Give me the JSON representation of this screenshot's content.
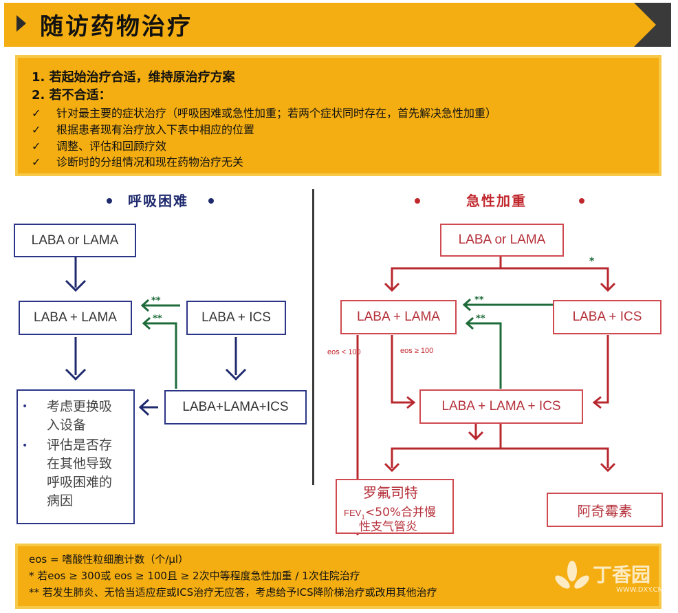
{
  "title": "随访药物治疗",
  "intro": {
    "heading1": "1. 若起始治疗合适，维持原治疗方案",
    "heading2": "2. 若不合适：",
    "check_mark": "✓",
    "items": [
      "针对最主要的症状治疗（呼吸困难或急性加重；若两个症状同时存在，首先解决急性加重）",
      "根据患者现有治疗放入下表中相应的位置",
      "调整、评估和回顾疗效",
      "诊断时的分组情况和现在药物治疗无关"
    ]
  },
  "dyspnea": {
    "title": "呼吸困难",
    "box_laba_or_lama": "LABA or LAMA",
    "box_laba_lama": "LABA + LAMA",
    "box_laba_ics": "LABA + ICS",
    "box_triple": "LABA+LAMA+ICS",
    "stars": "**",
    "notes": [
      "考虑更换吸",
      "入设备",
      "评估是否存",
      "在其他导致",
      "呼吸困难的",
      "病因"
    ],
    "bullet": "•"
  },
  "exacerbation": {
    "title": "急性加重",
    "box_laba_or_lama": "LABA or LAMA",
    "box_laba_lama": "LABA + LAMA",
    "box_laba_ics": "LABA + ICS",
    "box_triple": "LABA + LAMA + ICS",
    "eos_low": "eos < 100",
    "eos_high": "eos ≥ 100",
    "stars": "**",
    "star_single": "*",
    "roflumilast_title": "罗氟司特",
    "roflumilast_fev_prefix": "FEV",
    "roflumilast_fev_sub": "1",
    "roflumilast_fev_rest": "<50%合并慢",
    "roflumilast_line3": "性支气管炎",
    "azithromycin": "阿奇霉素"
  },
  "footer": {
    "line1": "eos = 嗜酸性粒细胞计数（个/µl）",
    "line2": "* 若eos ≥ 300或 eos ≥ 100且 ≥ 2次中等程度急性加重 / 1次住院治疗",
    "line3": "** 若发生肺炎、无恰当适应症或ICS治疗无应答，考虑给予ICS降阶梯治疗或改用其他治疗"
  },
  "watermark": {
    "text": "丁香园",
    "url": "WWW.DXY.CN"
  },
  "colors": {
    "accent": "#f4ae12",
    "navy": "#2b3587",
    "red": "#c0272d",
    "green": "#1e6b3a"
  }
}
